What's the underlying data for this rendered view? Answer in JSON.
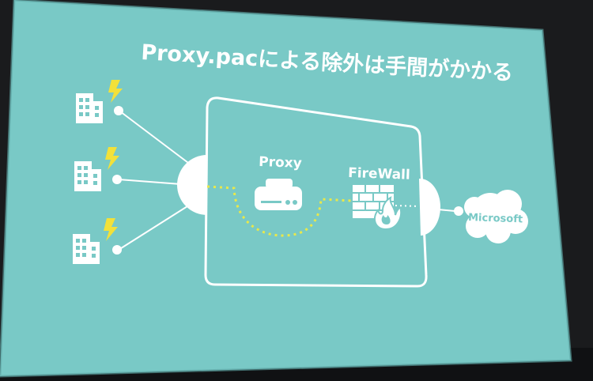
{
  "slide": {
    "title": "Proxy.pacによる除外は手間がかかる",
    "proxy_label": "Proxy",
    "firewall_label": "FireWall",
    "cloud_label": "Microsoft"
  },
  "colors": {
    "room_dark": "#1a1b1d",
    "screen_teal": "#79c9c6",
    "white": "#ffffff",
    "lightning": "#f2e13a",
    "yellow_dotted": "#e9e84a",
    "fire": "#ff8c1a"
  },
  "icons": {
    "building": "building-icon",
    "lightning": "lightning-icon",
    "server": "server-icon",
    "firewall": "firewall-icon",
    "fire": "fire-icon",
    "cloud": "cloud-icon"
  }
}
